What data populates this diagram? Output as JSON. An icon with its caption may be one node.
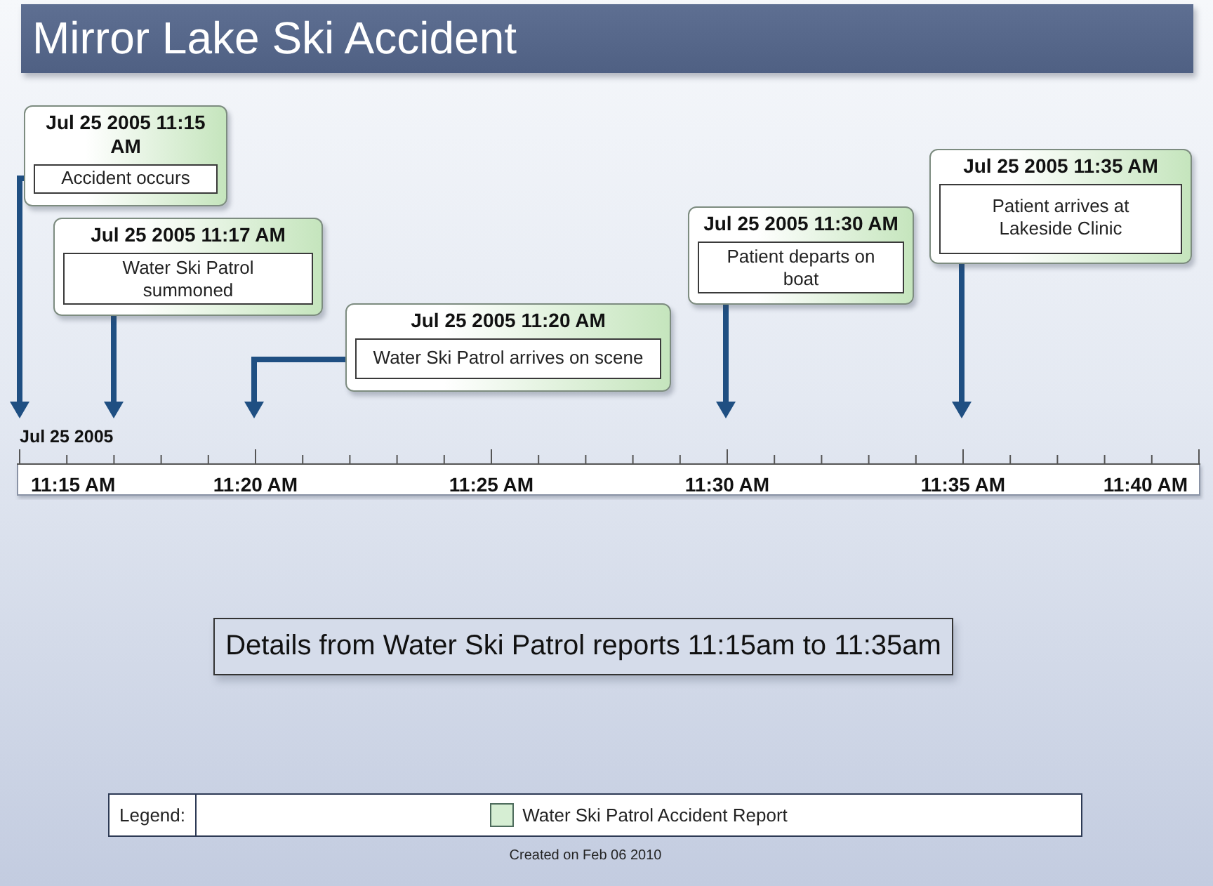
{
  "diagram": {
    "title": "Mirror Lake Ski Accident",
    "caption": "Created on Feb 06 2010",
    "nodes": [
      {
        "text": [
          "Jul 25 2005 11:15 AM",
          "Accident occurs"
        ]
      },
      {
        "text": [
          "Jul 25 2005 11:17 AM",
          "Water Ski Patrol summoned"
        ]
      },
      {
        "text": [
          "Jul 25 2005 11:20 AM",
          "Water Ski Patrol arrives on scene"
        ]
      },
      {
        "text": [
          "Jul 25 2005 11:30 AM",
          "Patient departs on boat"
        ]
      },
      {
        "text": [
          "Jul 25 2005 11:35 AM",
          "Patient arrives at Lakeside Clinic"
        ]
      },
      {
        "text": [
          "Details from Water Ski Patrol reports 11:15am to 11:35am"
        ]
      }
    ],
    "edges": [
      {
        "from": 0,
        "to": null,
        "arrow": "to"
      },
      {
        "from": 1,
        "to": null,
        "arrow": "to"
      },
      {
        "from": 2,
        "to": null,
        "arrow": "to"
      },
      {
        "from": 3,
        "to": null,
        "arrow": "to"
      },
      {
        "from": 4,
        "to": null,
        "arrow": "to"
      }
    ],
    "labels": [
      "Jul 25 2005",
      "11:15 AM",
      "11:20 AM",
      "11:25 AM",
      "11:30 AM",
      "11:35 AM",
      "11:40 AM",
      "Legend:"
    ],
    "legend": [
      {
        "text": "Water Ski Patrol Accident Report",
        "color": "#d6eed3"
      }
    ]
  }
}
